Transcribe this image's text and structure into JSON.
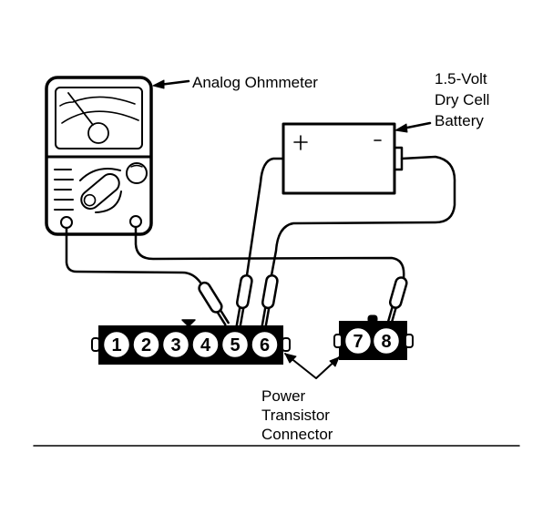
{
  "diagram": {
    "labels": {
      "ohmmeter": "Analog Ohmmeter",
      "battery_line1": "1.5-Volt",
      "battery_line2": "Dry Cell",
      "battery_line3": "Battery",
      "connector_line1": "Power",
      "connector_line2": "Transistor",
      "connector_line3": "Connector"
    },
    "battery_terminals": {
      "positive": "+",
      "negative": "-"
    },
    "connector_a_pins": [
      "1",
      "2",
      "3",
      "4",
      "5",
      "6"
    ],
    "connector_b_pins": [
      "7",
      "8"
    ],
    "colors": {
      "ink": "#000000",
      "background": "#ffffff"
    }
  }
}
